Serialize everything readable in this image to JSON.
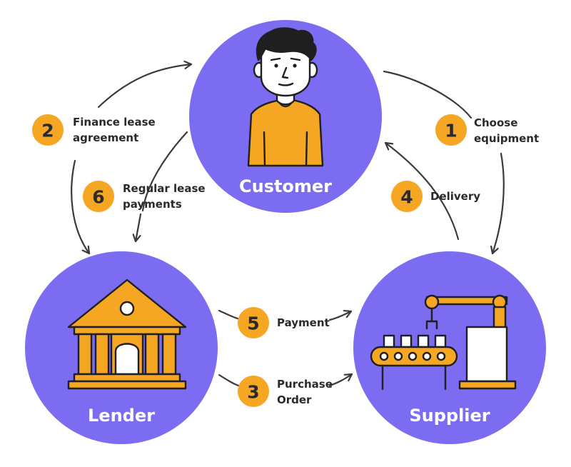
{
  "colors": {
    "circle": "#7B6CF2",
    "badge": "#F5A623",
    "figure": "#F5A623",
    "ink": "#1F1F1F",
    "arrow": "#3A3A3A"
  },
  "actors": {
    "customer": {
      "label": "Customer",
      "icon": "person-icon"
    },
    "lender": {
      "label": "Lender",
      "icon": "bank-building-icon"
    },
    "supplier": {
      "label": "Supplier",
      "icon": "factory-conveyor-robot-arm-icon"
    }
  },
  "steps": [
    {
      "number": "1",
      "lines": [
        "Choose",
        "equipment"
      ]
    },
    {
      "number": "2",
      "lines": [
        "Finance lease",
        "agreement"
      ]
    },
    {
      "number": "3",
      "lines": [
        "Purchase",
        "Order"
      ]
    },
    {
      "number": "4",
      "lines": [
        "Delivery"
      ]
    },
    {
      "number": "5",
      "lines": [
        "Payment"
      ]
    },
    {
      "number": "6",
      "lines": [
        "Regular lease",
        "payments"
      ]
    }
  ]
}
